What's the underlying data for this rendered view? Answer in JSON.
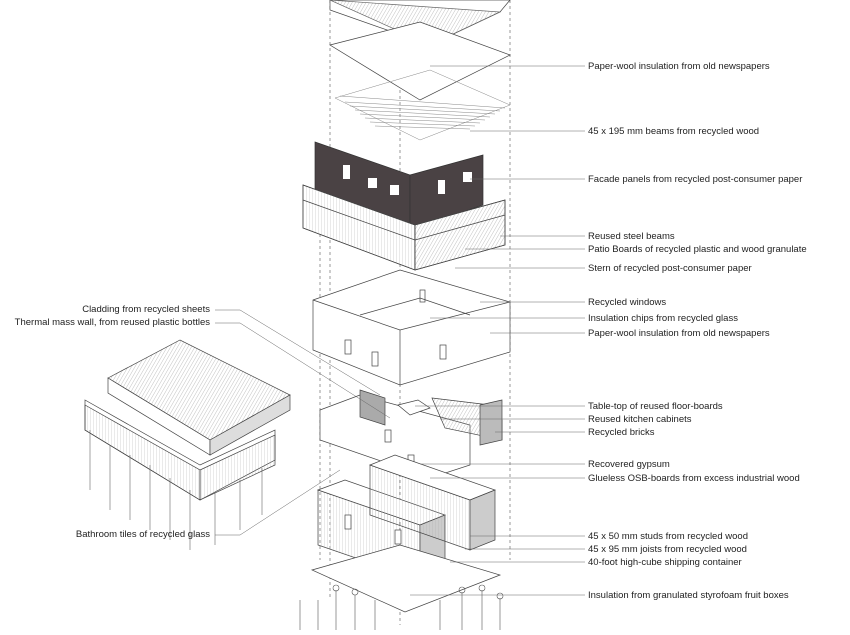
{
  "labels_right": [
    "Paper-wool insulation from old newspapers",
    "45 x 195 mm beams from recycled wood",
    "Facade panels from recycled post-consumer paper",
    "Reused steel beams",
    "Patio Boards of recycled plastic and wood granulate",
    "Stern of recycled post-consumer paper",
    "Recycled windows",
    "Insulation chips from recycled glass",
    "Paper-wool insulation from old newspapers",
    "Table-top of reused floor-boards",
    "Reused kitchen cabinets",
    "Recycled bricks",
    "Recovered gypsum",
    "Glueless OSB-boards from excess industrial wood",
    "45 x 50 mm studs from recycled wood",
    "45 x 95 mm joists from recycled wood",
    "40-foot high-cube shipping container",
    "Insulation from granulated styrofoam fruit boxes"
  ],
  "labels_left": [
    "Cladding from recycled sheets",
    "Thermal mass wall, from reused plastic bottles",
    "Bathroom tiles of recycled glass"
  ]
}
